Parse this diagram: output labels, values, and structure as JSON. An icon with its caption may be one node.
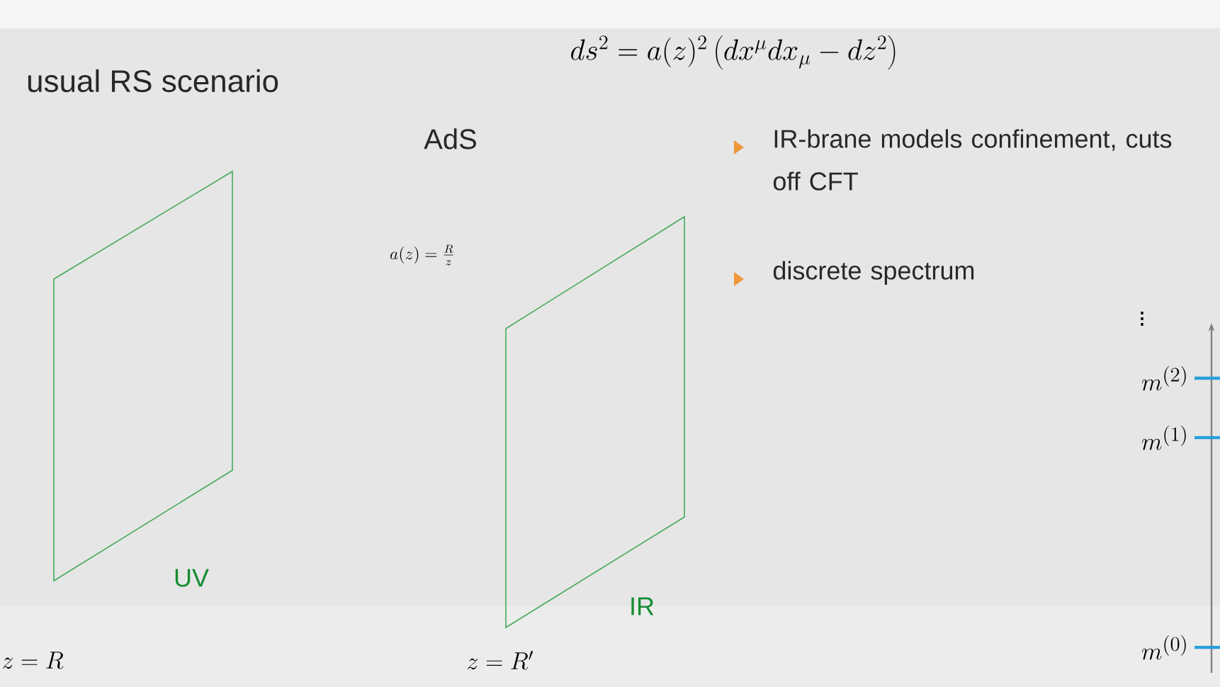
{
  "diagram": {
    "title": "usual RS scenario",
    "nodes": [
      {
        "text": [
          "UV"
        ]
      },
      {
        "text": [
          "IR"
        ]
      }
    ],
    "labels": [
      "ds^2 = a(z)^2 \\left(dx^{\\mu} dx_{\\mu} - dz^2\\right)",
      "AdS",
      "a(z) = \\frac{R}{z}",
      "IR-brane models confinement, cuts off CFT",
      "discrete spectrum",
      "\\vdots",
      "m^{(2)}",
      "m^{(1)}",
      "m^{(0)}",
      "z = R",
      "z = R'"
    ]
  }
}
